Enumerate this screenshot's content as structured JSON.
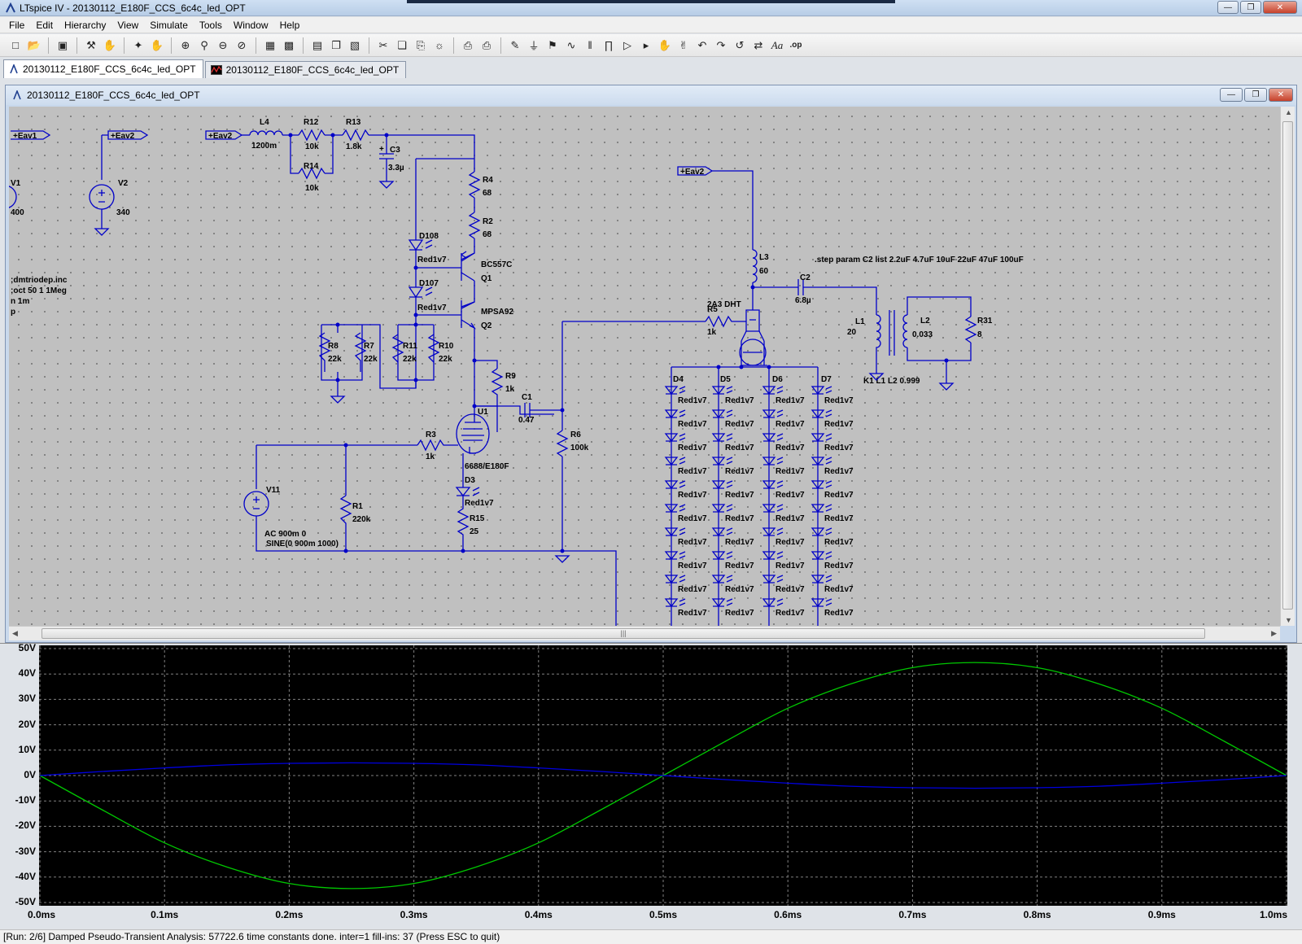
{
  "window": {
    "title": "LTspice IV - 20130112_E180F_CCS_6c4c_led_OPT"
  },
  "menu": [
    "File",
    "Edit",
    "Hierarchy",
    "View",
    "Simulate",
    "Tools",
    "Window",
    "Help"
  ],
  "tabs": [
    {
      "label": "20130112_E180F_CCS_6c4c_led_OPT",
      "icon": "schematic-icon",
      "active": true
    },
    {
      "label": "20130112_E180F_CCS_6c4c_led_OPT",
      "icon": "waveform-icon",
      "active": false
    }
  ],
  "schematic_window": {
    "title": "20130112_E180F_CCS_6c4c_led_OPT"
  },
  "schematic": {
    "labels": {
      "eav1": "+Eav1",
      "eav2a": "+Eav2",
      "eav2b": "+Eav2",
      "eav2c": "+Eav2",
      "v1": "V1",
      "v1val": "400",
      "v2": "V2",
      "v2val": "340",
      "dir1": ";dmtriodep.inc",
      "dir2": ";oct 50 1 1Meg",
      "dir3": "n 1m",
      "dir4": "p",
      "l4": "L4",
      "l4val": "1200m",
      "r12": "R12",
      "r12val": "10k",
      "r14": "R14",
      "r14val": "10k",
      "r13": "R13",
      "r13val": "1.8k",
      "c3": "C3",
      "c3val": "3.3µ",
      "r4": "R4",
      "r4val": "68",
      "r2": "R2",
      "r2val": "68",
      "d108": "D108",
      "d108val": "Red1v7",
      "d107": "D107",
      "d107val": "Red1v7",
      "q1": "BC557C",
      "q1n": "Q1",
      "q2": "MPSA92",
      "q2n": "Q2",
      "r8": "R8",
      "r8val": "22k",
      "r7": "R7",
      "r7val": "22k",
      "r11": "R11",
      "r11val": "22k",
      "r10": "R10",
      "r10val": "22k",
      "r9": "R9",
      "r9val": "1k",
      "u1": "U1",
      "u1val": "6688/E180F",
      "c1": "C1",
      "c1val": "0.47",
      "r3": "R3",
      "r3val": "1k",
      "d3": "D3",
      "d3val": "Red1v7",
      "r15": "R15",
      "r15val": "25",
      "r6": "R6",
      "r6val": "100k",
      "r1": "R1",
      "r1val": "220k",
      "v11": "V11",
      "v11ac": "AC 900m 0",
      "v11sine": "SINE(0 900m 1000)",
      "eav2d": "+Eav2",
      "l3": "L3",
      "l3val": "60",
      "step": ".step param C2 list 2.2uF 4.7uF 10uF 22uF 47uF 100uF",
      "c2": "C2",
      "c2val": "6.8µ",
      "tube": "2A3 DHT",
      "r5": "R5",
      "r5val": "1k",
      "l1": "L1",
      "l1val": "20",
      "l2": "L2",
      "l2val": "0.033",
      "r31": "R31",
      "r31val": "8",
      "k1": "K1 L1 L2 0.999",
      "d4": "D4",
      "d5": "D5",
      "d6": "D6",
      "d7": "D7",
      "ledval": "Red1v7"
    }
  },
  "waveform": {
    "y_ticks": [
      "50V",
      "40V",
      "30V",
      "20V",
      "10V",
      "0V",
      "-10V",
      "-20V",
      "-30V",
      "-40V",
      "-50V"
    ],
    "x_ticks": [
      "0.0ms",
      "0.1ms",
      "0.2ms",
      "0.3ms",
      "0.4ms",
      "0.5ms",
      "0.6ms",
      "0.7ms",
      "0.8ms",
      "0.9ms",
      "1.0ms"
    ],
    "colors": {
      "trace1": "#00c800",
      "trace2": "#0000e0",
      "grid": "#808080",
      "background": "#000000"
    }
  },
  "chart_data": {
    "type": "line",
    "xlabel": "",
    "ylabel": "",
    "xlim": [
      0,
      1.0
    ],
    "ylim": [
      -50,
      50
    ],
    "grid": true,
    "series": [
      {
        "color": "#00c800",
        "x": [
          0,
          0.05,
          0.1,
          0.15,
          0.2,
          0.25,
          0.3,
          0.35,
          0.4,
          0.45,
          0.5,
          0.55,
          0.6,
          0.65,
          0.7,
          0.75,
          0.8,
          0.85,
          0.9,
          0.95,
          1.0
        ],
        "y": [
          0,
          -13.5,
          -26.5,
          -36,
          -42.5,
          -44.5,
          -42.5,
          -36,
          -26.5,
          -13.5,
          0,
          13.5,
          26.5,
          36,
          42.5,
          44.5,
          42.5,
          36,
          26.5,
          13.5,
          0
        ]
      },
      {
        "color": "#0000e0",
        "x": [
          0,
          0.05,
          0.1,
          0.15,
          0.2,
          0.25,
          0.3,
          0.35,
          0.4,
          0.45,
          0.5,
          0.55,
          0.6,
          0.65,
          0.7,
          0.75,
          0.8,
          0.85,
          0.9,
          0.95,
          1.0
        ],
        "y": [
          0,
          1.6,
          3.0,
          4.2,
          4.8,
          5.0,
          4.8,
          4.2,
          3.0,
          1.6,
          0,
          -1.6,
          -3.0,
          -4.2,
          -4.8,
          -5.0,
          -4.8,
          -4.2,
          -3.0,
          -1.6,
          0
        ]
      }
    ]
  },
  "status": "[Run: 2/6] Damped Pseudo-Transient Analysis: 57722.6 time constants done. inter=1 fill-ins: 37  (Press ESC to quit)"
}
